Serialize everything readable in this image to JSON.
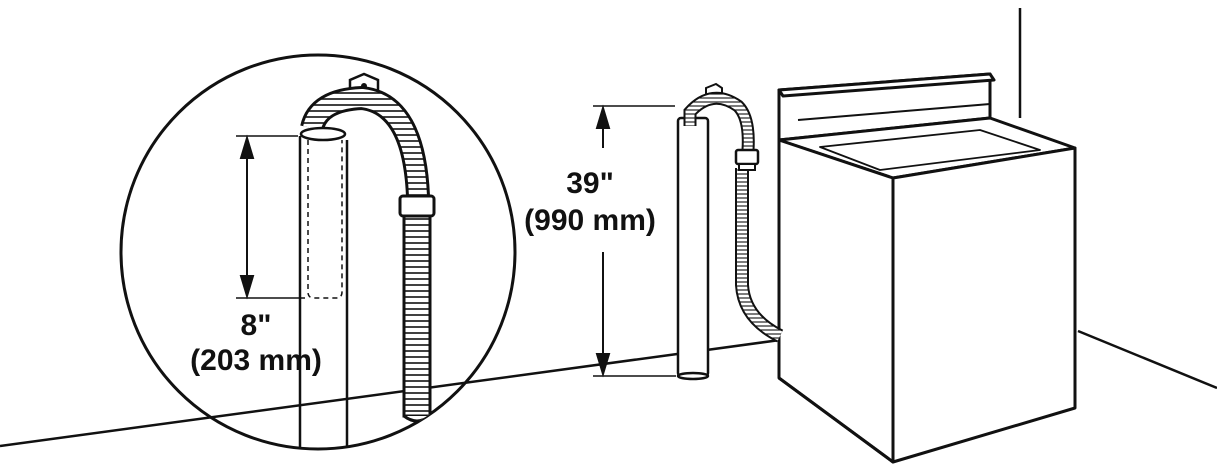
{
  "diagram": {
    "detail_callout": {
      "height_imperial": "8\"",
      "height_metric": "(203 mm)"
    },
    "standpipe": {
      "height_imperial": "39\"",
      "height_metric": "(990 mm)"
    },
    "colors": {
      "line": "#111111",
      "background": "#ffffff",
      "hose_shade": "#d9d9d9"
    }
  }
}
